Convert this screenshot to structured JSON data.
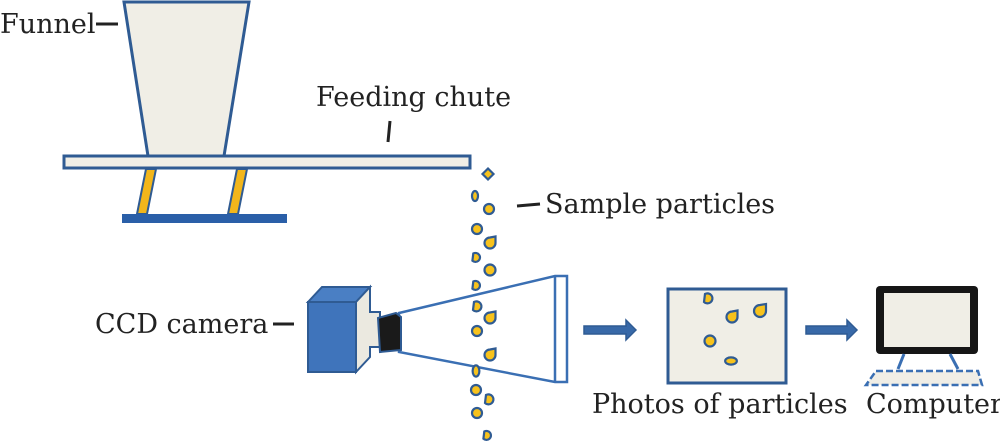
{
  "labels": {
    "funnel": "Funnel",
    "feeding_chute": "Feeding chute",
    "sample_particles": "Sample particles",
    "ccd_camera": "CCD camera",
    "photos_of_particles": "Photos of particles",
    "computer": "Computer"
  },
  "colors": {
    "outline_blue": "#2f5b93",
    "fill_beige": "#f0eee6",
    "particle_yellow": "#f7c21c",
    "camera_blue": "#3f74bb",
    "camera_side": "#2f5b93",
    "leg_yellow": "#f2b61b",
    "monitor_black": "#161616",
    "arrow_blue": "#3869a8",
    "text": "#222222"
  },
  "icons": {
    "funnel": "funnel-icon",
    "chute": "feeding-chute-icon",
    "camera": "ccd-camera-icon",
    "view_cone": "field-of-view-icon",
    "photo": "photo-frame-icon",
    "computer": "computer-monitor-icon",
    "keyboard": "keyboard-icon",
    "arrow": "right-arrow-icon"
  },
  "flow": [
    "CCD camera",
    "Photos of particles",
    "Computer"
  ]
}
